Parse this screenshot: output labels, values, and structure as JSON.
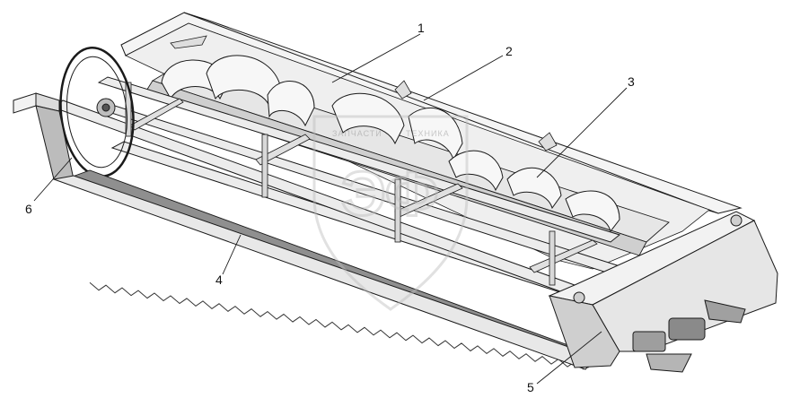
{
  "callouts": [
    {
      "id": "1",
      "label": "1"
    },
    {
      "id": "2",
      "label": "2"
    },
    {
      "id": "3",
      "label": "3"
    },
    {
      "id": "4",
      "label": "4"
    },
    {
      "id": "5",
      "label": "5"
    },
    {
      "id": "6",
      "label": "6"
    }
  ],
  "watermark": {
    "logo_text": "ЭФ",
    "word_left": "ЗАПЧАСТИ",
    "word_right": "ТЕХНИКА"
  },
  "colors": {
    "line": "#1a1a1a",
    "fill_light": "#f2f2f2",
    "fill_mid": "#d6d6d6",
    "fill_dark": "#9a9a9a",
    "watermark": "#bdbdbd"
  }
}
